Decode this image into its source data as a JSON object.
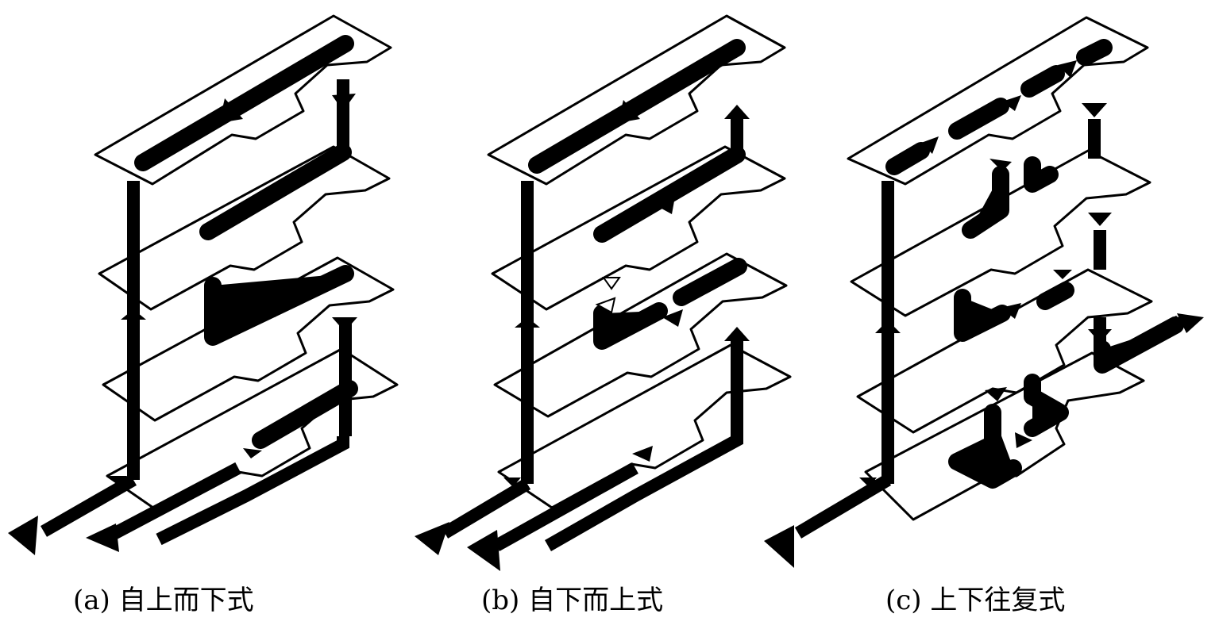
{
  "panels": [
    {
      "caption": "(a) 自上而下式"
    },
    {
      "caption": "(b) 自下而上式"
    },
    {
      "caption": "(c) 上下往复式"
    }
  ],
  "colors": {
    "ink": "#000000",
    "paper": "#ffffff"
  }
}
